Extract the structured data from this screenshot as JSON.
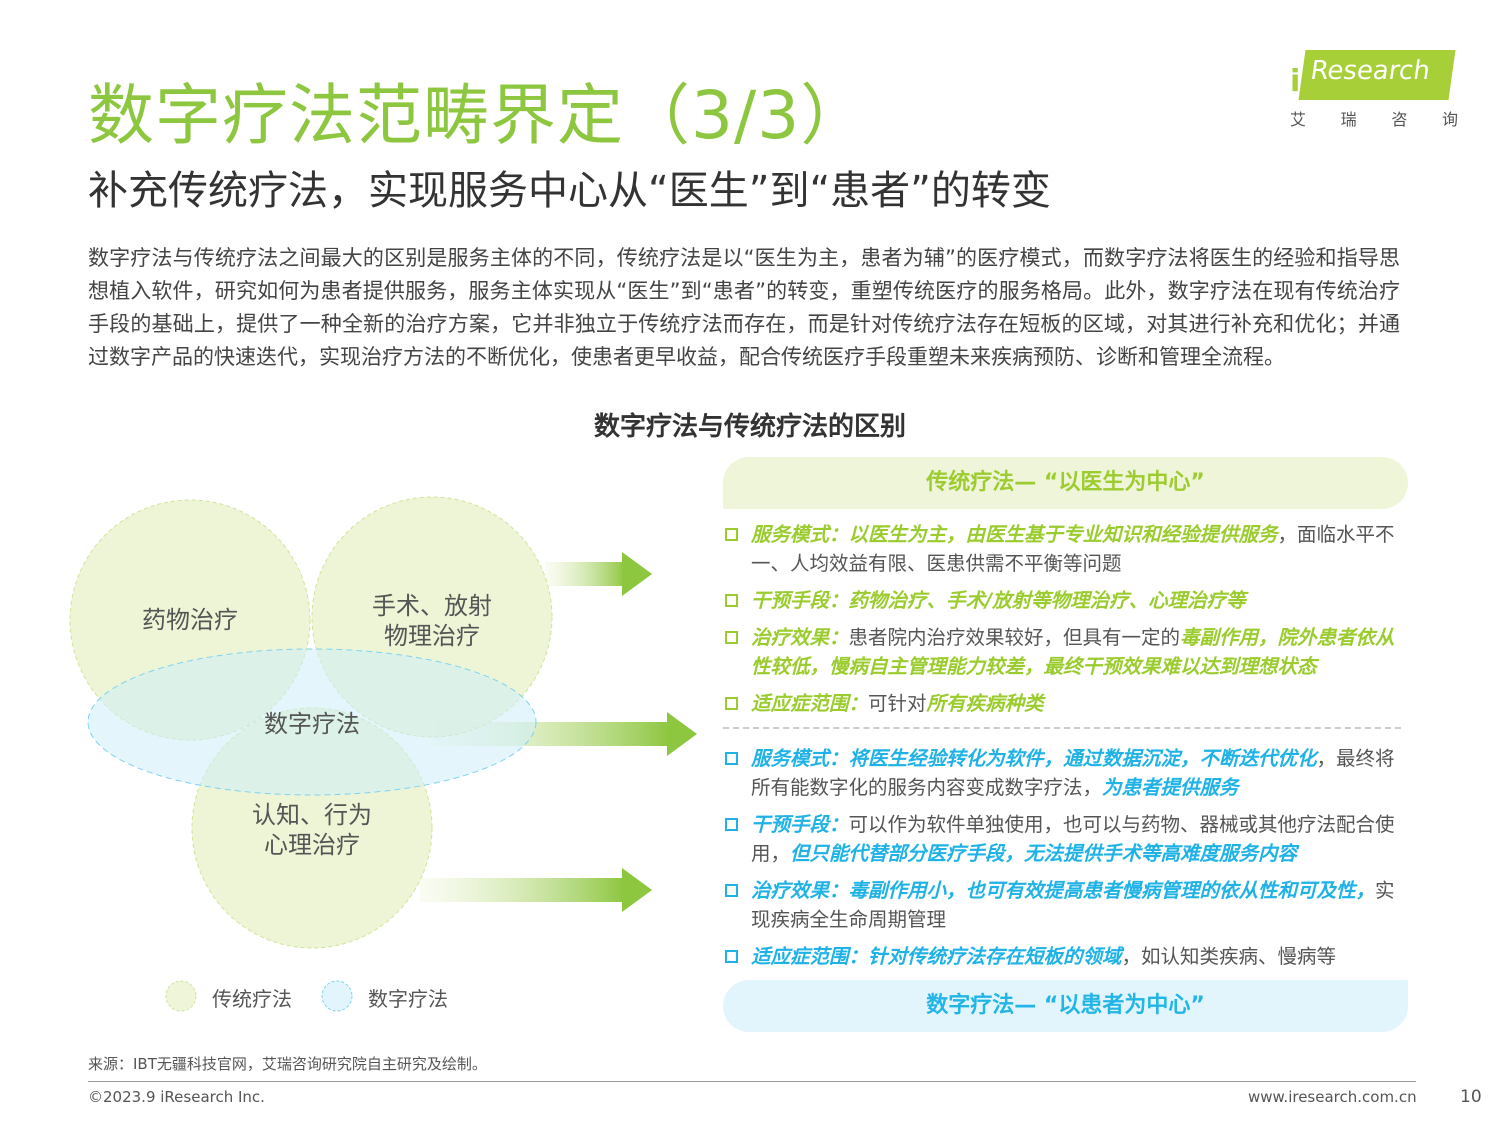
{
  "header": {
    "title": "数字疗法范畴界定（3/3）",
    "subtitle": "补充传统疗法，实现服务中心从“医生”到“患者”的转变",
    "logo_text": "Research",
    "logo_i": "i",
    "logo_cn": [
      "艾",
      "瑞",
      "咨",
      "询"
    ]
  },
  "paragraph": "数字疗法与传统疗法之间最大的区别是服务主体的不同，传统疗法是以“医生为主，患者为辅”的医疗模式，而数字疗法将医生的经验和指导思想植入软件，研究如何为患者提供服务，服务主体实现从“医生”到“患者”的转变，重塑传统医疗的服务格局。此外，数字疗法在现有传统治疗手段的基础上，提供了一种全新的治疗方案，它并非独立于传统疗法而存在，而是针对传统疗法存在短板的区域，对其进行补充和优化；并通过数字产品的快速迭代，实现治疗方法的不断优化，使患者更早收益，配合传统医疗手段重塑未来疾病预防、诊断和管理全流程。",
  "figure": {
    "title": "数字疗法与传统疗法的区别",
    "venn": {
      "drug": "药物治疗",
      "surgery": [
        "手术、放射",
        "物理治疗"
      ],
      "digital": "数字疗法",
      "cognitive": [
        "认知、行为",
        "心理治疗"
      ]
    },
    "legend": [
      {
        "label": "传统疗法",
        "color": "#eef5d8"
      },
      {
        "label": "数字疗法",
        "color": "#e2f5fc"
      }
    ],
    "traditional_header": "传统疗法— “以医生为中心”",
    "digital_header": "数字疗法— “以患者为中心”",
    "traditional_items": [
      [
        [
          "g",
          "服务模式：以医生为主，由医生基于专业知识和经验提供服务"
        ],
        [
          "n",
          "，面临水平不一、人均效益有限、医患供需不平衡等问题"
        ]
      ],
      [
        [
          "g",
          "干预手段：药物治疗、手术/放射等物理治疗、心理治疗等"
        ]
      ],
      [
        [
          "g",
          "治疗效果："
        ],
        [
          "n",
          "患者院内治疗效果较好，但具有一定的"
        ],
        [
          "g",
          "毒副作用，院外患者依从性较低，慢病自主管理能力较差，最终干预效果难以达到理想状态"
        ]
      ],
      [
        [
          "g",
          "适应症范围："
        ],
        [
          "n",
          "可针对"
        ],
        [
          "g",
          "所有疾病种类"
        ]
      ]
    ],
    "digital_items": [
      [
        [
          "b",
          "服务模式：将医生经验转化为软件，通过数据沉淀，不断迭代优化"
        ],
        [
          "n",
          "，最终将所有能数字化的服务内容变成数字疗法，"
        ],
        [
          "b",
          "为患者提供服务"
        ]
      ],
      [
        [
          "b",
          "干预手段："
        ],
        [
          "n",
          "可以作为软件单独使用，也可以与药物、器械或其他疗法配合使用，"
        ],
        [
          "b",
          "但只能代替部分医疗手段，无法提供手术等高难度服务内容"
        ]
      ],
      [
        [
          "b",
          "治疗效果：毒副作用小，也可有效提高患者慢病管理的依从性和可及性，"
        ],
        [
          "n",
          "实现疾病全生命周期管理"
        ]
      ],
      [
        [
          "b",
          "适应症范围：针对传统疗法存在短板的领域"
        ],
        [
          "n",
          "，如认知类疾病、慢病等"
        ]
      ]
    ],
    "colors": {
      "green": "#9acc2e",
      "blue": "#1fb2e6"
    }
  },
  "footer": {
    "source": "来源：IBT无疆科技官网，艾瑞咨询研究院自主研究及绘制。",
    "copyright": "©2023.9 iResearch Inc.",
    "website": "www.iresearch.com.cn",
    "page": "10"
  }
}
